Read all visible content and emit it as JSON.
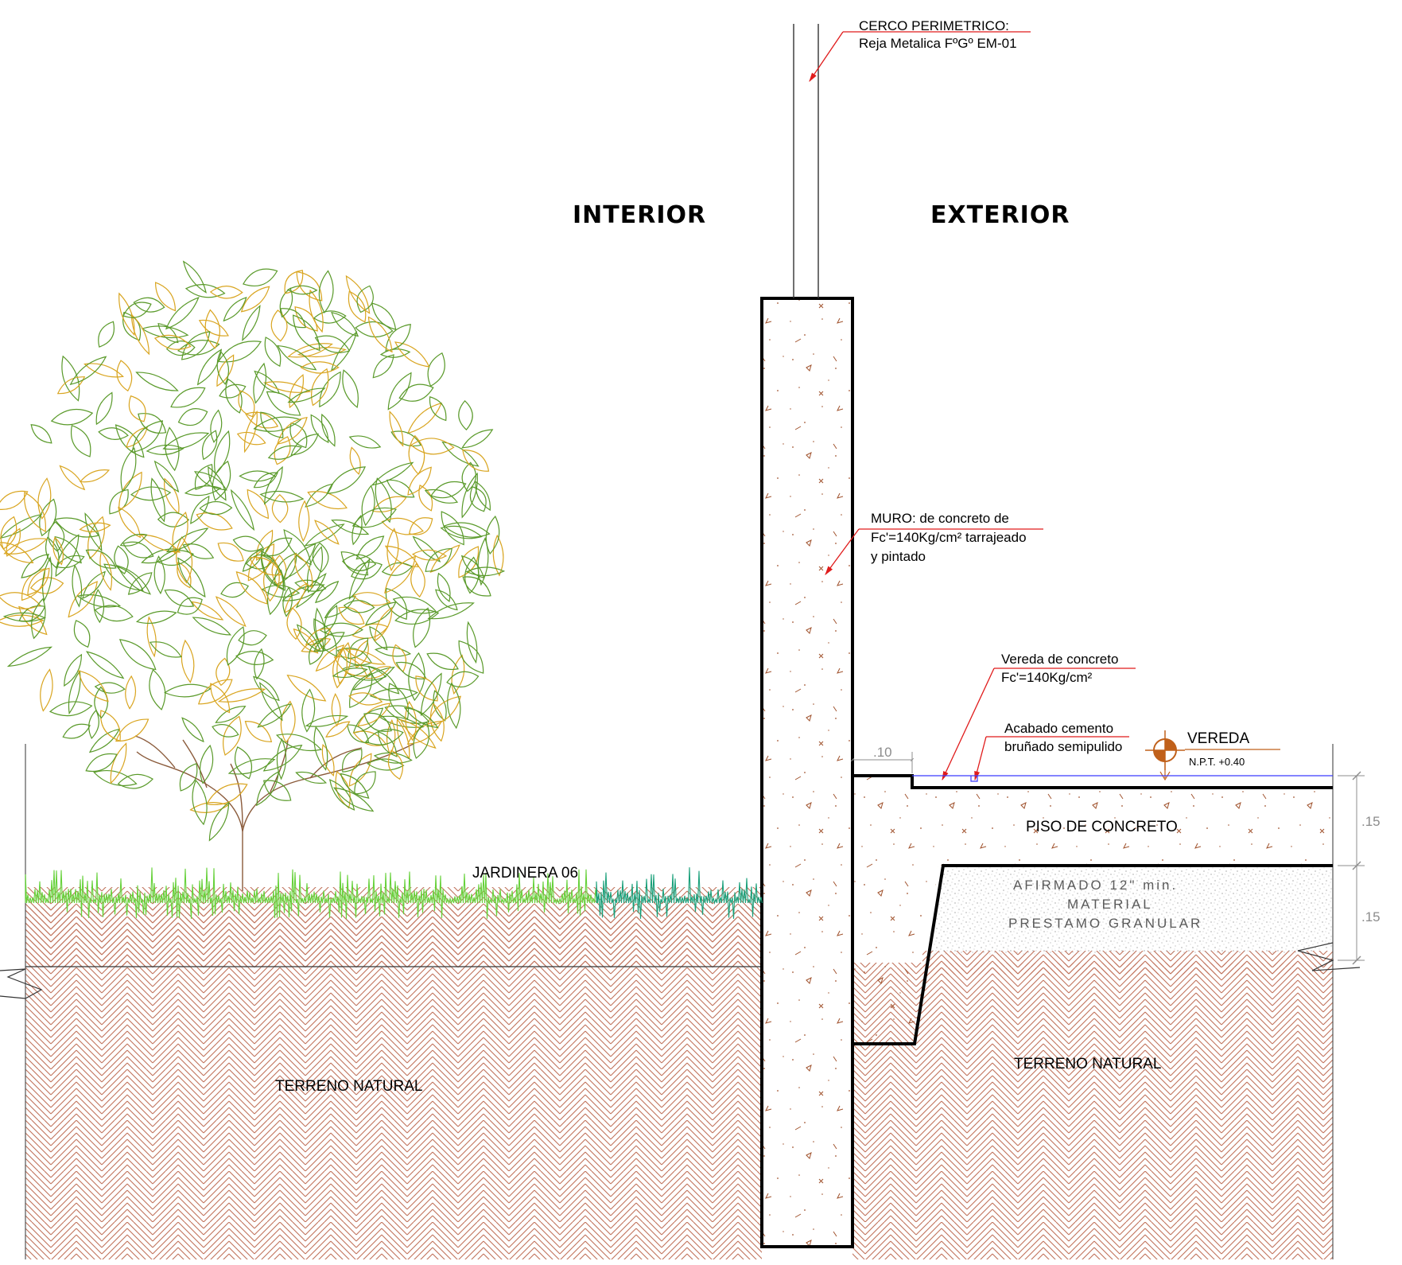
{
  "labels": {
    "interior": "INTERIOR",
    "exterior": "EXTERIOR",
    "cerco_line1": "CERCO PERIMETRICO:",
    "cerco_line2": "Reja Metalica FºGº EM-01",
    "muro_line1": "MURO: de concreto de",
    "muro_line2": "Fc'=140Kg/cm² tarrajeado",
    "muro_line3": "y pintado",
    "vereda_line1": "Vereda de concreto",
    "vereda_line2": "Fc'=140Kg/cm²",
    "acabado_line1": "Acabado cemento",
    "acabado_line2": "bruñado semipulido",
    "level_name": "VEREDA",
    "level_value": "N.P.T. +0.40",
    "piso": "PISO DE CONCRETO",
    "afirmado_line1": "AFIRMADO  12\"  min.",
    "afirmado_line2": "MATERIAL",
    "afirmado_line3": "PRESTAMO  GRANULAR",
    "jardinera": "JARDINERA 06",
    "terreno_left": "TERRENO NATURAL",
    "terreno_right": "TERRENO NATURAL",
    "dim_10": ".10",
    "dim_15_top": ".15",
    "dim_15_bottom": ".15"
  },
  "colors": {
    "leader": "#e01b1b",
    "soil_hatch": "#c0715a",
    "concrete_speck": "#a0522d",
    "leaf_green": "#5a9a2a",
    "leaf_yellow": "#d9a520",
    "grass_light": "#66d13a",
    "grass_teal": "#1aa07a",
    "trunk": "#8a5a3a",
    "level_line": "#3a3aff",
    "level_marker": "#c0601a"
  }
}
